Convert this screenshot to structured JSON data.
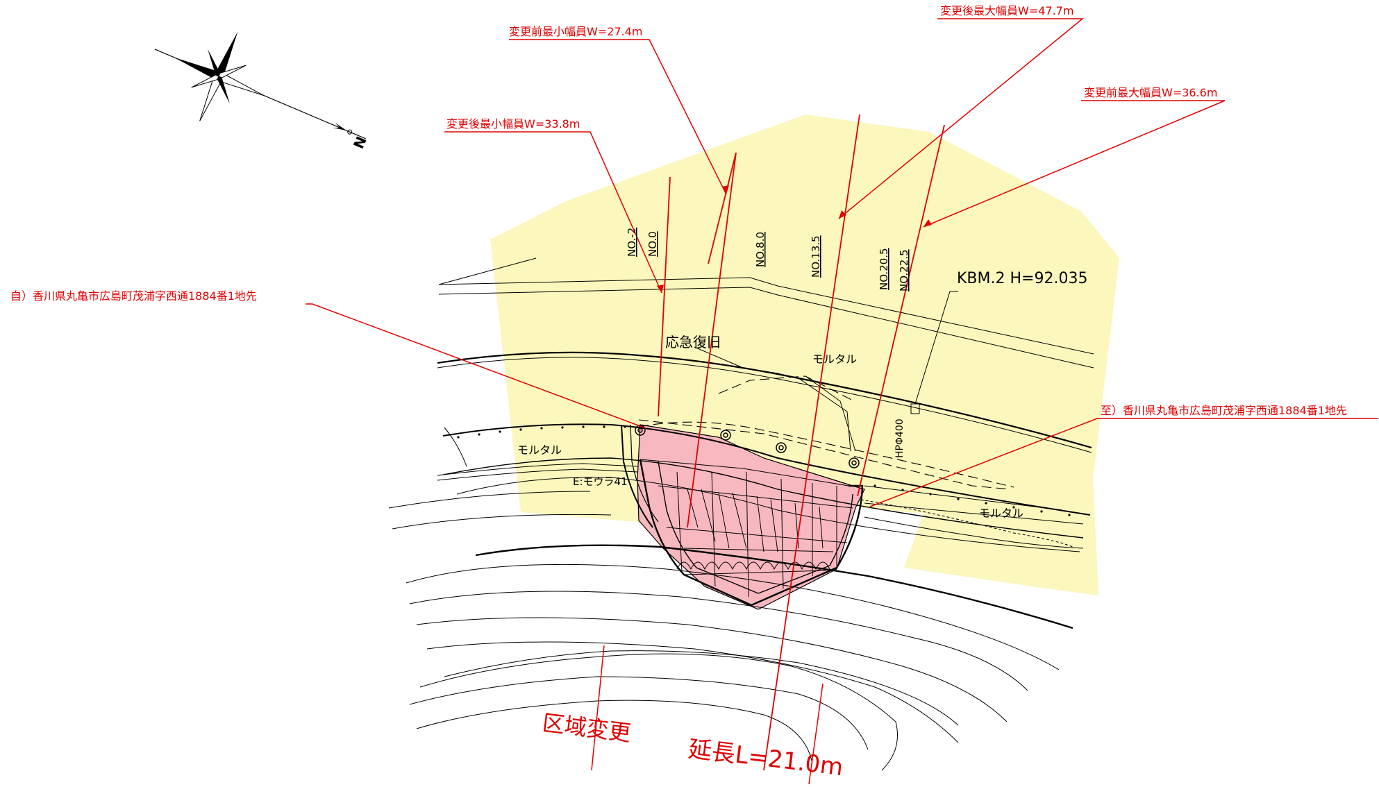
{
  "colors": {
    "area_fill": "#fbf7bd",
    "damage_fill": "#f7b8c0",
    "annotation_red": "#e00000",
    "ink": "#000000"
  },
  "north_arrow": {
    "label": "N",
    "icon": "compass-rose-icon"
  },
  "callouts": {
    "after_min_width": "変更後最小幅員W=33.8m",
    "before_min_width": "変更前最小幅員W=27.4m",
    "after_max_width": "変更後最大幅員W=47.7m",
    "before_max_width": "変更前最大幅員W=36.6m",
    "from_location": "自）香川県丸亀市広島町茂浦字西通1884番1地先",
    "to_location": "至）香川県丸亀市広島町茂浦字西通1884番1地先"
  },
  "stations": [
    "NO.-2",
    "NO.0",
    "NO.8.0",
    "NO.13.5",
    "NO.20.5",
    "NO.22.5"
  ],
  "labels": {
    "benchmark": "KBM.2 H=92.035",
    "emergency_repair": "応急復旧",
    "mortar_1": "モルタル",
    "mortar_2": "モルタル",
    "mortar_3": "モルタル",
    "retaining_wall": "E:モウラ41",
    "pipe": "HPΦ400",
    "zone_change": "区域変更",
    "length_label": "延長L=21.0m"
  }
}
